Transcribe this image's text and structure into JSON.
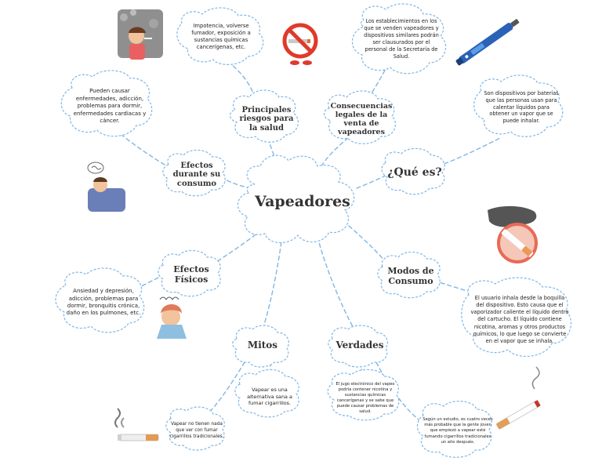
{
  "center": "Vapeadores",
  "branches": {
    "riesgos": "Principales riesgos para la salud",
    "legales": "Consecuencias legales de la venta de vapeadores",
    "que_es": "¿Qué es?",
    "efectos_consumo": "Efectos durante su consumo",
    "efectos_fisicos": "Efectos Físicos",
    "modos": "Modos de Consumo",
    "mitos": "Mitos",
    "verdades": "Verdades"
  },
  "details": {
    "riesgos": "Impotencia, volverse fumador, exposición a sustancias químicas cancerígenas, etc.",
    "legales": "Los establecimientos en los que se venden vapeadores y dispositivos similares podrán ser clausurados por el personal de la Secretaría de Salud.",
    "que_es": "Son dispositivos por baterías que las personas usan para calentar líquidos para obtener un vapor que se puede inhalar.",
    "efectos_consumo": "Pueden causar enfermedades, adicción, problemas para dormir, enfermedades cardiacas y cáncer.",
    "efectos_fisicos": "Ansiedad y depresión, adicción, problemas para dormir, bronquitis crónica, daño en los pulmones, etc.",
    "modos": "El usuario inhala desde la boquilla del dispositivo. Esto causa que el vaporizador caliente el líquido dentro del cartucho. El líquido contiene nicotina, aromas y otros productos químicos, lo que luego se convierte en el vapor que se inhala.",
    "mito_1": "Vapear es una alternativa sana a fumar cigarrillos.",
    "mito_2": "Vapear no tienen nada que ver con fumar cigarrillos tradicionales.",
    "verdad_1": "El jugo electrónico del vapeo podría contener nicotina y sustancias químicas cancerígenas y se sabe que puede causar problemas de salud.",
    "verdad_2": "Según un estudio, es cuatro veces más probable que la gente joven que empiezó a vapear esté fumando cigarrillos tradicionales un año después."
  },
  "icons": [
    "smoking-person-icon",
    "no-smoking-sign-icon",
    "vape-pen-icon",
    "sick-person-in-bed-icon",
    "no-smoking-cigarette-icon",
    "stressed-person-icon",
    "cigarette-smoke-icon",
    "lit-cigarette-icon"
  ],
  "colors": {
    "connector": "#7fb6e6",
    "bubble_outline": "#7fb6e6",
    "vape_pen": "#2a62b8",
    "no_sign": "#e03a2a",
    "smoke_cloud": "#8a8a8a"
  }
}
